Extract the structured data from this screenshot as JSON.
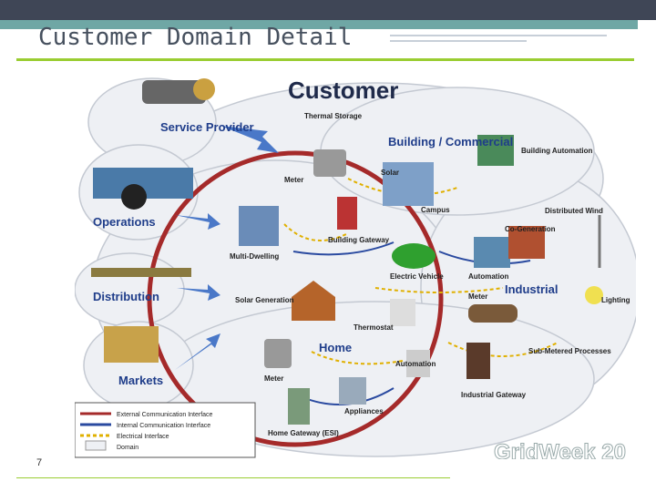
{
  "slide": {
    "title": "Customer Domain Detail",
    "page_number": "7"
  },
  "diagram": {
    "heading": "Customer",
    "external_domains": [
      "Service Provider",
      "Operations",
      "Distribution",
      "Markets"
    ],
    "sub_domains": [
      "Building / Commercial",
      "Industrial",
      "Home"
    ],
    "labels": {
      "thermal_storage": "Thermal Storage",
      "meter_top": "Meter",
      "solar_top": "Solar",
      "campus": "Campus",
      "building_automation": "Building Automation",
      "distributed_wind": "Distributed Wind",
      "co_generation": "Co-Generation",
      "multi_dwelling": "Multi-Dwelling",
      "building_gateway": "Building Gateway",
      "electric_vehicle": "Electric Vehicle",
      "automation_ind": "Automation",
      "meter_ind": "Meter",
      "lighting": "Lighting",
      "solar_generation": "Solar Generation",
      "thermostat": "Thermostat",
      "sub_metered": "Sub-Metered Processes",
      "meter_home": "Meter",
      "automation_home": "Automation",
      "industrial_gateway": "Industrial Gateway",
      "appliances": "Appliances",
      "home_gateway": "Home Gateway (ESI)"
    },
    "legend": [
      "External Communication Interface",
      "Internal Communication Interface",
      "Electrical Interface",
      "Domain"
    ],
    "watermark": "GridWeek 20"
  },
  "colors": {
    "header_bar": "#3f4656",
    "header_accent": "#6fa7a5",
    "title_rule": "#9acd32",
    "ring": "#a52a2a",
    "label_blue": "#1f3d8a",
    "cloud": "#eef0f4"
  }
}
